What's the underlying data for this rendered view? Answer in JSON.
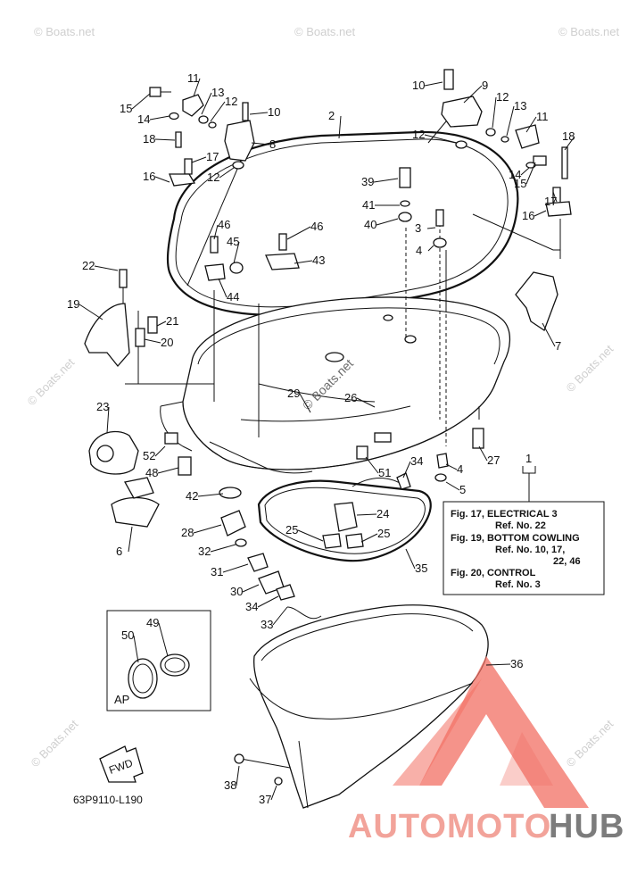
{
  "diagram": {
    "watermark": "© Boats.net",
    "center_watermark": "© Boats.net",
    "figure_code": "63P9110-L190",
    "fwd_label": "FWD",
    "ap_label": "AP",
    "notes": [
      {
        "fig": "Fig. 17, ELECTRICAL 3",
        "ref": "Ref. No. 22"
      },
      {
        "fig": "Fig. 19, BOTTOM COWLING",
        "ref": "Ref. No. 10, 17,",
        "ref2": "22, 46"
      },
      {
        "fig": "Fig. 20, CONTROL",
        "ref": "Ref. No. 3"
      }
    ],
    "notes_ref_callout": "1",
    "brand": {
      "part1": "AUTOMOTO",
      "part2": "HUB",
      "accent": "#f26f63",
      "dark": "#7c7c7c"
    }
  },
  "callouts": [
    "1",
    "2",
    "3",
    "4",
    "4",
    "5",
    "6",
    "7",
    "8",
    "9",
    "10",
    "10",
    "11",
    "11",
    "12",
    "12",
    "12",
    "12",
    "13",
    "13",
    "14",
    "14",
    "15",
    "15",
    "16",
    "16",
    "17",
    "17",
    "18",
    "18",
    "19",
    "20",
    "21",
    "22",
    "23",
    "24",
    "25",
    "25",
    "26",
    "27",
    "28",
    "29",
    "30",
    "31",
    "32",
    "33",
    "34",
    "34",
    "35",
    "36",
    "37",
    "38",
    "39",
    "40",
    "41",
    "42",
    "43",
    "44",
    "45",
    "46",
    "46",
    "48",
    "49",
    "50",
    "51",
    "52"
  ]
}
